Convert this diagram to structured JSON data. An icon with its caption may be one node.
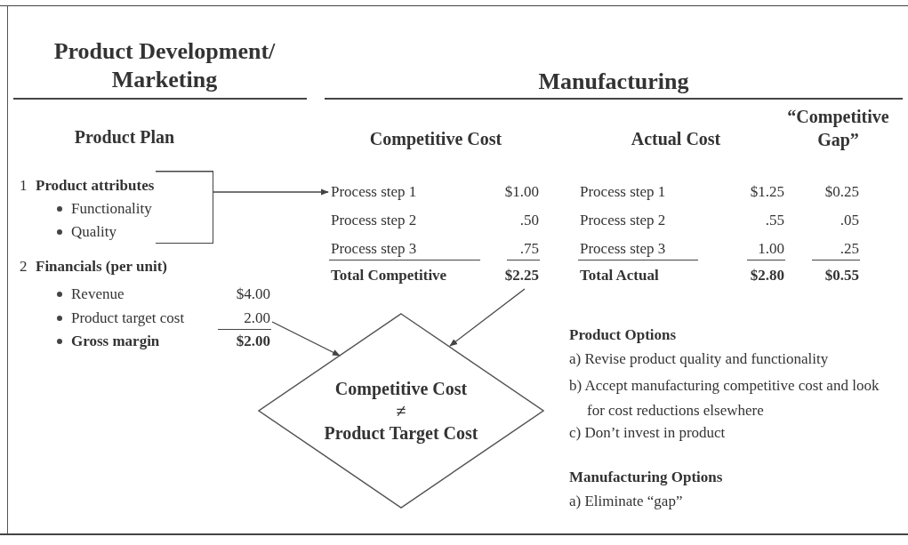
{
  "diagram": {
    "nodes": [
      {
        "text": [
          "1",
          "Product attributes",
          "Functionality",
          "Quality"
        ]
      },
      {
        "text": [
          "Process step 1",
          "$1.00"
        ]
      },
      {
        "text": [
          "Total Competitive",
          "$2.25"
        ]
      },
      {
        "text": [
          "2.00"
        ]
      },
      {
        "text": [
          "Competitive Cost",
          "≠",
          "Product Target Cost"
        ]
      }
    ],
    "edges": [
      {
        "from": 0,
        "to": 1,
        "arrow": "to"
      },
      {
        "from": 3,
        "to": 4,
        "arrow": "to"
      },
      {
        "from": 2,
        "to": 4,
        "arrow": "to"
      }
    ],
    "labels": [
      "Product Development/ Marketing",
      "Manufacturing",
      "Product Plan",
      "Competitive Cost",
      "Actual Cost",
      "“Competitive Gap”",
      "Process step 2",
      ".50",
      "Process step 3",
      ".75",
      "Process step 1",
      "$1.25",
      "$0.25",
      "Process step 2",
      ".55",
      ".05",
      "Process step 3",
      "1.00",
      ".25",
      "Total Actual",
      "$2.80",
      "$0.55",
      "2",
      "Financials (per unit)",
      "Revenue",
      "$4.00",
      "Product target cost",
      "Gross margin",
      "$2.00",
      "Product Options",
      "a) Revise product quality and functionality",
      "b) Accept manufacturing competitive cost and look for cost reductions elsewhere",
      "c) Don’t invest in product",
      "Manufacturing Options",
      "a) Eliminate “gap”"
    ]
  }
}
